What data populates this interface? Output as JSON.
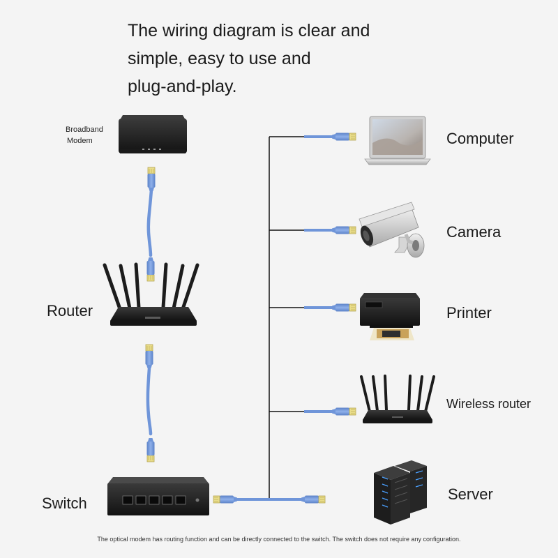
{
  "headline": {
    "line1": "The wiring diagram is clear and",
    "line2": "simple, easy to use and",
    "line3": "plug-and-play."
  },
  "left_devices": {
    "modem": {
      "line1": "Broadband",
      "line2": "Modem"
    },
    "router": "Router",
    "switch": "Switch"
  },
  "right_devices": [
    {
      "label": "Computer"
    },
    {
      "label": "Camera"
    },
    {
      "label": "Printer"
    },
    {
      "label": "Wireless router"
    },
    {
      "label": "Server"
    }
  ],
  "footnote": "The optical modem has routing function and can be directly connected to the switch. The switch does not require any configuration.",
  "colors": {
    "cable": "#6f95d9",
    "connector": "#e9dd8a",
    "device_dark": "#232323",
    "background": "#f4f4f4"
  }
}
